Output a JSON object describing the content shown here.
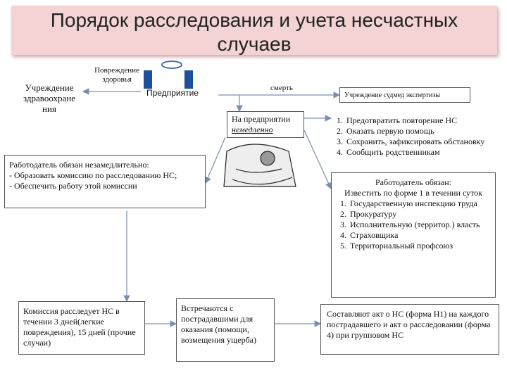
{
  "title": "Порядок расследования и учета несчастных случаев",
  "nodes": {
    "healthcare": "Учреждение здравоохране ния",
    "health_damage": "Повреждение здоровья",
    "enterprise": "Предприятие",
    "death": "смерть",
    "forensic": "Учреждение судмед экспертизы",
    "at_enterprise_line1": "На предприятии",
    "at_enterprise_line2": "немедленно",
    "employer_duty": "Работодатель обязан незамедлительно:\n- Образовать комиссию по расследованию НС;\n- Обеспечить работу этой комиссии",
    "immediate_actions": [
      "Предотвратить повторение НС",
      "Оказать первую помощь",
      "Сохранить, зафиксировать обстановку",
      "Сообщить родственникам"
    ],
    "notify_title": "Работодатель обязан:",
    "notify_subtitle": "Известить по форме 1 в течении суток",
    "notify_list": [
      "Государственную инспекцию труда",
      "Прокуратуру",
      "Исполнительную (территор.) власть",
      "Страховщика",
      "Территориальный профсоюз"
    ],
    "commission": "Комиссия расследует НС в течении 3 дней(легкие повреждения), 15 дней (прочие случаи)",
    "meet_victims": "Встречаются с пострадавшими для оказания (помощи, возмещения ущерба)",
    "acts": "Составляют акт о НС (форма Н1) на каждого пострадавшего и акт о расследовании (форма 4) при групповом НС"
  }
}
